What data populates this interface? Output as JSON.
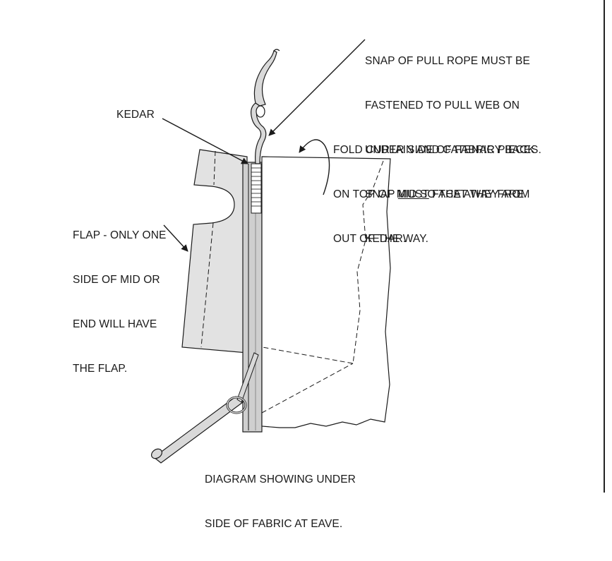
{
  "callouts": {
    "snap": {
      "lines": [
        "SNAP OF PULL ROPE MUST BE",
        "FASTENED TO PULL WEB ON",
        "UNDER SIDE OF FABRIC PIECES."
      ],
      "line4_pre": "SNAP ",
      "line4_underlined": "MUST",
      "line4_post": " FACE AWAY FROM",
      "line5": "KEDAR."
    },
    "kedar": "KEDAR",
    "fold": {
      "lines": [
        "FOLD CURTAIN AND CATENARY BACK",
        "ON TOP OF MID SO THAT THEY ARE",
        "OUT OF THE WAY."
      ]
    },
    "flap": {
      "lines": [
        "FLAP - ONLY ONE",
        "SIDE OF MID OR",
        "END WILL HAVE",
        "THE FLAP."
      ]
    },
    "caption": {
      "lines": [
        "DIAGRAM SHOWING UNDER",
        "SIDE OF FABRIC AT EAVE."
      ]
    }
  },
  "colors": {
    "line": "#1a1a1a",
    "flap_fill": "#e2e2e2",
    "kedar_fill": "#cfcfcf",
    "fabric_fill": "#ffffff",
    "rope_fill": "#d9d9d9"
  }
}
